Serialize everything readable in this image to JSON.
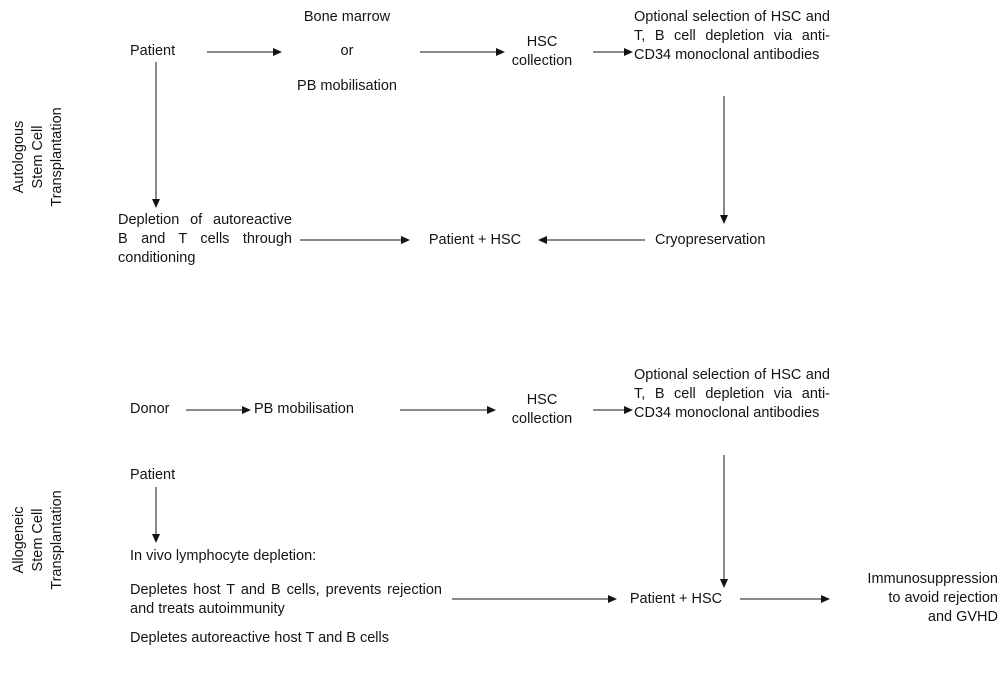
{
  "figure": {
    "title": "Autologous and Allogeneic Stem Cell Transplantation workflow diagram",
    "line_color": "#141414",
    "background": "#ffffff"
  },
  "sections": {
    "autologous": {
      "side_label": "Autologous\nStem Cell\nTransplantation",
      "nodes": {
        "patient": "Patient",
        "source": "Bone marrow\n\nor\n\nPB mobilisation",
        "source_line1": "Bone marrow",
        "source_line2": "or",
        "source_line3": "PB mobilisation",
        "hsc_collection": "HSC\ncollection",
        "optional_selection": "Optional selection of HSC and T, B cell depletion via anti-CD34 monoclonal antibodies",
        "cryopreservation": "Cryopreservation",
        "depletion": "Depletion of autoreactive B and T cells through conditioning",
        "patient_hsc": "Patient + HSC"
      },
      "arrows": [
        {
          "name": "patient-to-source",
          "direction": "right"
        },
        {
          "name": "source-to-hsc-collection",
          "direction": "right"
        },
        {
          "name": "hsc-collection-to-optional-selection",
          "direction": "right"
        },
        {
          "name": "patient-to-depletion",
          "direction": "down"
        },
        {
          "name": "optional-selection-to-cryopreservation",
          "direction": "down"
        },
        {
          "name": "depletion-to-patient-hsc",
          "direction": "right"
        },
        {
          "name": "cryopreservation-to-patient-hsc",
          "direction": "left"
        }
      ]
    },
    "allogeneic": {
      "side_label": "Allogeneic\nStem Cell\nTransplantation",
      "nodes": {
        "donor": "Donor",
        "pb_mobilisation": "PB mobilisation",
        "hsc_collection": "HSC\ncollection",
        "optional_selection": "Optional selection of HSC and T, B cell depletion via anti-CD34 monoclonal antibodies",
        "patient": "Patient",
        "in_vivo_heading": "In vivo lymphocyte depletion:",
        "in_vivo_item1": "Depletes host T and B cells, prevents rejection and treats autoimmunity",
        "in_vivo_item2": "Depletes autoreactive host T and B cells",
        "patient_hsc": "Patient + HSC",
        "immunosuppression": "Immunosuppression\nto avoid rejection\nand GVHD"
      },
      "arrows": [
        {
          "name": "donor-to-pb-mobilisation",
          "direction": "right"
        },
        {
          "name": "pb-mobilisation-to-hsc-collection",
          "direction": "right"
        },
        {
          "name": "hsc-collection-to-optional-selection",
          "direction": "right"
        },
        {
          "name": "patient-to-in-vivo-depletion",
          "direction": "down"
        },
        {
          "name": "optional-selection-to-patient-hsc",
          "direction": "down"
        },
        {
          "name": "in-vivo-depletion-to-patient-hsc",
          "direction": "right"
        },
        {
          "name": "patient-hsc-to-immunosuppression",
          "direction": "right"
        }
      ]
    }
  }
}
